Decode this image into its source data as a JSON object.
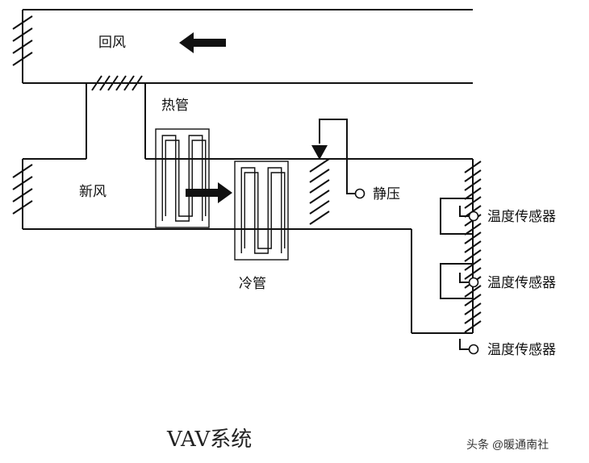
{
  "diagram": {
    "title": "VAV系统",
    "labels": {
      "return_air": "回风",
      "fresh_air": "新风",
      "heating_coil": "热管",
      "cooling_coil": "冷管",
      "static_pressure": "静压",
      "temp_sensor_1": "温度传感器",
      "temp_sensor_2": "温度传感器",
      "temp_sensor_3": "温度传感器"
    }
  },
  "watermark": "头条 @暖通南社",
  "colors": {
    "line": "#111111",
    "background": "#ffffff"
  }
}
